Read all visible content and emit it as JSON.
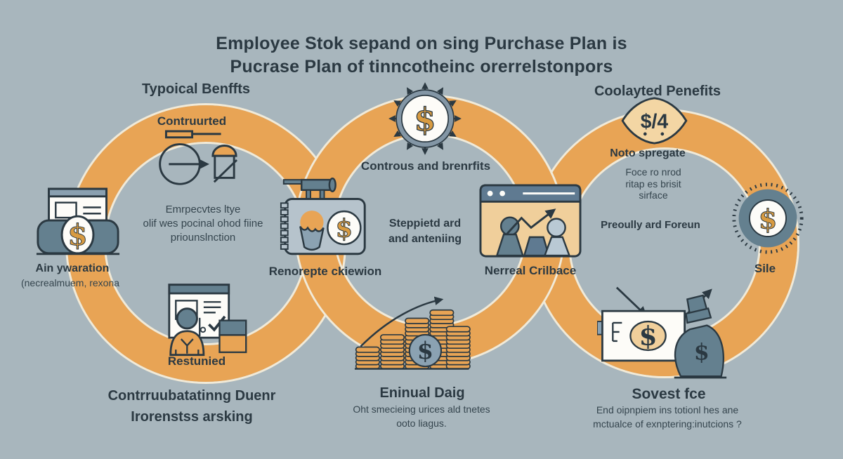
{
  "colors": {
    "background": "#a8b6bd",
    "ring_orange": "#e8a455",
    "ring_edge_cream": "#f1ead8",
    "slate_blue": "#64808f",
    "slate_blue_light": "#b9c9d4",
    "outline_dark": "#2b3942",
    "dollar_gold": "#d89b41",
    "tan_fill": "#f0cf9b",
    "text_dark": "#2b3942"
  },
  "glyphs": {
    "dollar": "$",
    "dollar_slash_four": "$/4"
  },
  "title": {
    "line1": "Employee Stok sepand on sing Purchase Plan is",
    "line2": "Pucrase Plan of tinncotheinc orerrelstonpors"
  },
  "left": {
    "heading": "Typoical Benffts",
    "subheading": "Contruurted",
    "paragraph": [
      "Emrpecvtes ltye",
      "olif wes pocinal ohod fiine",
      "priounslnction"
    ],
    "wallet_caption1": "Ain ywaration",
    "wallet_caption2": "(necrealmuem, rexona",
    "person_caption": "Restunied",
    "footer1": "Contrruubatatinng Duenr",
    "footer2": "Irorenstss arsking"
  },
  "middle": {
    "ray_caption": "Controus and brenrfits",
    "wallet_caption": "Renorepte ckiewion",
    "note1": "Steppietd ard",
    "note2": "and anteniing",
    "footer_heading": "Eninual Daig",
    "footer_sub1": "Oht smecieing urices ald tnetes",
    "footer_sub2": "ooto liagus."
  },
  "right": {
    "heading": "Coolayted Penefits",
    "diamond_value": "$/4",
    "diamond_caption": "Noto spregate",
    "note1": "Foce ro nrod",
    "note2": "ritap es brisit",
    "note3": "sirface",
    "note4": "Preoully ard Foreun",
    "browser_caption": "Nerreal Crilbace",
    "gear_caption": "Sile",
    "footer_heading": "Sovest fce",
    "footer_sub1": "End oipnpiem ins totionl hes ane",
    "footer_sub2": "mctualce of exnptering:inutcions ?"
  }
}
